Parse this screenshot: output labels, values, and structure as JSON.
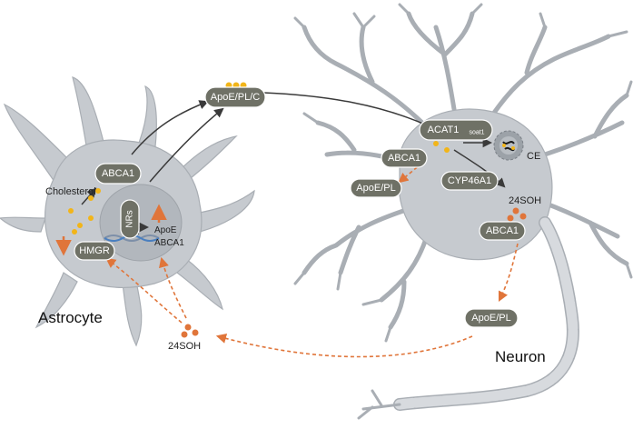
{
  "cells": {
    "astrocyte": "Astrocyte",
    "neuron": "Neuron"
  },
  "labels": {
    "apoe_pl_c": "ApoE/PL/C",
    "acat1": "ACAT1",
    "acat1_sub": "soat1",
    "abca1_astro": "ABCA1",
    "abca1_neuron_top": "ABCA1",
    "abca1_neuron_bottom": "ABCA1",
    "apoe_pl_neuron": "ApoE/PL",
    "apoe_pl_axon": "ApoE/PL",
    "cyp46a1": "CYP46A1",
    "ce": "CE",
    "soh_neuron": "24SOH",
    "soh_astro": "24SOH",
    "cholesterol": "Cholesterol",
    "hmgr": "HMGR",
    "nrs": "NRs",
    "apoe_gene": "ApoE",
    "abca1_gene": "ABCA1"
  },
  "colors": {
    "cell_fill": "#c6cacf",
    "cell_stroke": "#a9aeb4",
    "nucleus": "#b2b7bd",
    "pill": "#6f7166",
    "arrow_dark": "#3a3a3a",
    "arrow_orange": "#e0753a",
    "lipid_dot": "#f2b519"
  }
}
